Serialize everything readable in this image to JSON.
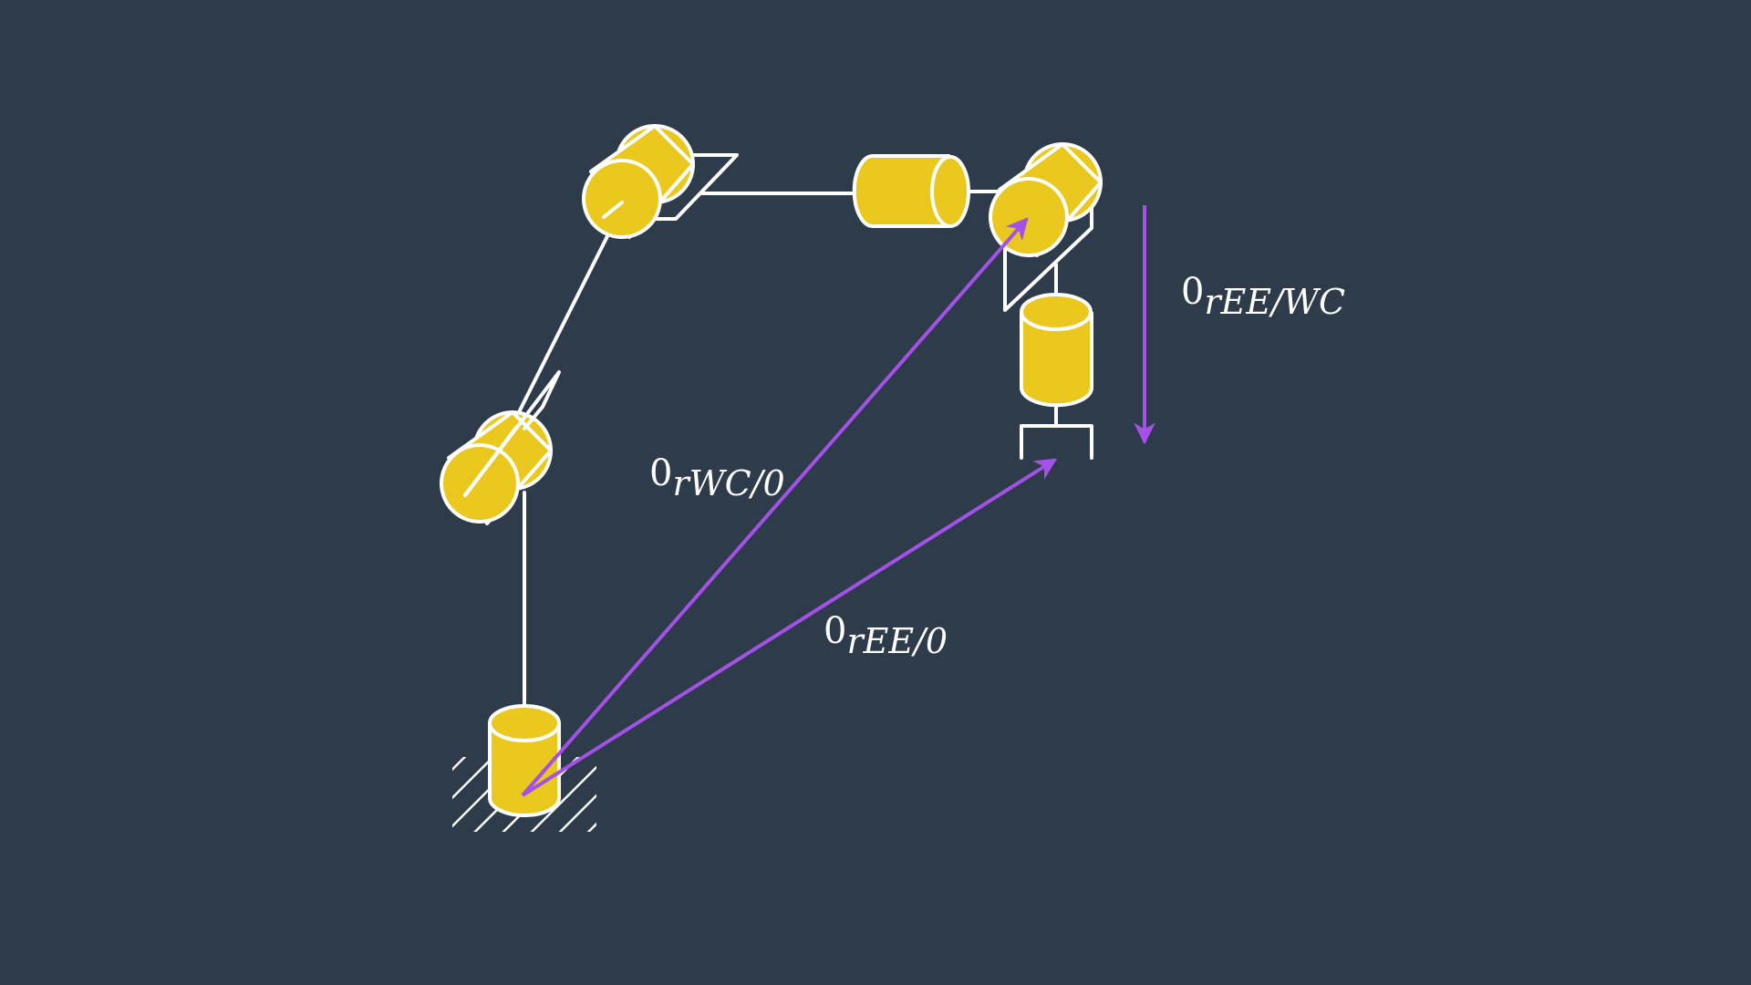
{
  "labels": {
    "wc_prefix": "0",
    "wc_sub": "rWC/0",
    "ee_prefix": "0",
    "ee_sub": "rEE/0",
    "eewc_prefix": "0",
    "eewc_sub": "rEE/WC"
  },
  "colors": {
    "background": "#2e3b4a",
    "joint_fill": "#eac81e",
    "link_stroke": "#ffffff",
    "vector": "#a351e6"
  }
}
